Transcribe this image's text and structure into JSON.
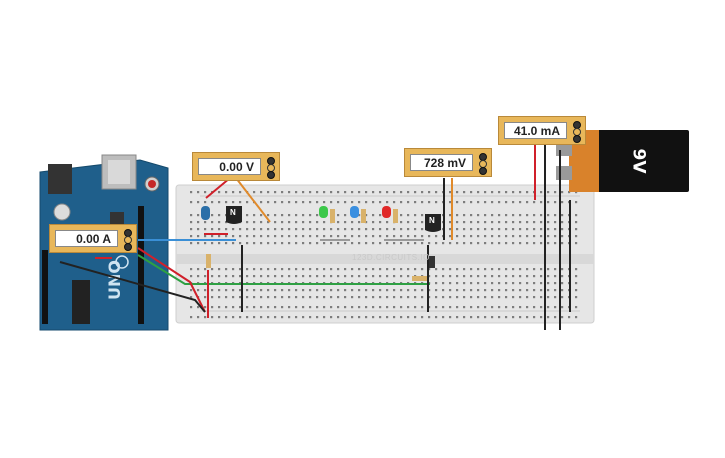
{
  "meters": {
    "voltmeter_left": "0.00 V",
    "ammeter_arduino": "0.00 A",
    "voltmeter_right": "728 mV",
    "ammeter_battery": "41.0 mA"
  },
  "battery": {
    "label": "9V"
  },
  "watermark": "123D.CIRCUITS.IO",
  "transistor_label": "N",
  "colors": {
    "board": "#1f5f8b",
    "breadboard": "#e6e6e6",
    "meter": "#e8b75a",
    "wire_red": "#d0202a",
    "wire_black": "#222222",
    "wire_blue": "#3a8fd6",
    "wire_green": "#2ea043",
    "wire_orange": "#e08a2b"
  }
}
